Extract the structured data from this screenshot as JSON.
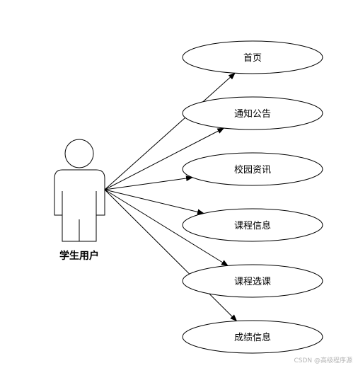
{
  "actor": {
    "label": "学生用户"
  },
  "use_cases": [
    {
      "label": "首页"
    },
    {
      "label": "通知公告"
    },
    {
      "label": "校园资讯"
    },
    {
      "label": "课程信息"
    },
    {
      "label": "课程选课"
    },
    {
      "label": "成绩信息"
    }
  ],
  "watermark": "CSDN @高级程序源",
  "colors": {
    "stroke": "#000000",
    "background": "#ffffff",
    "watermark": "#b3b3b3"
  }
}
